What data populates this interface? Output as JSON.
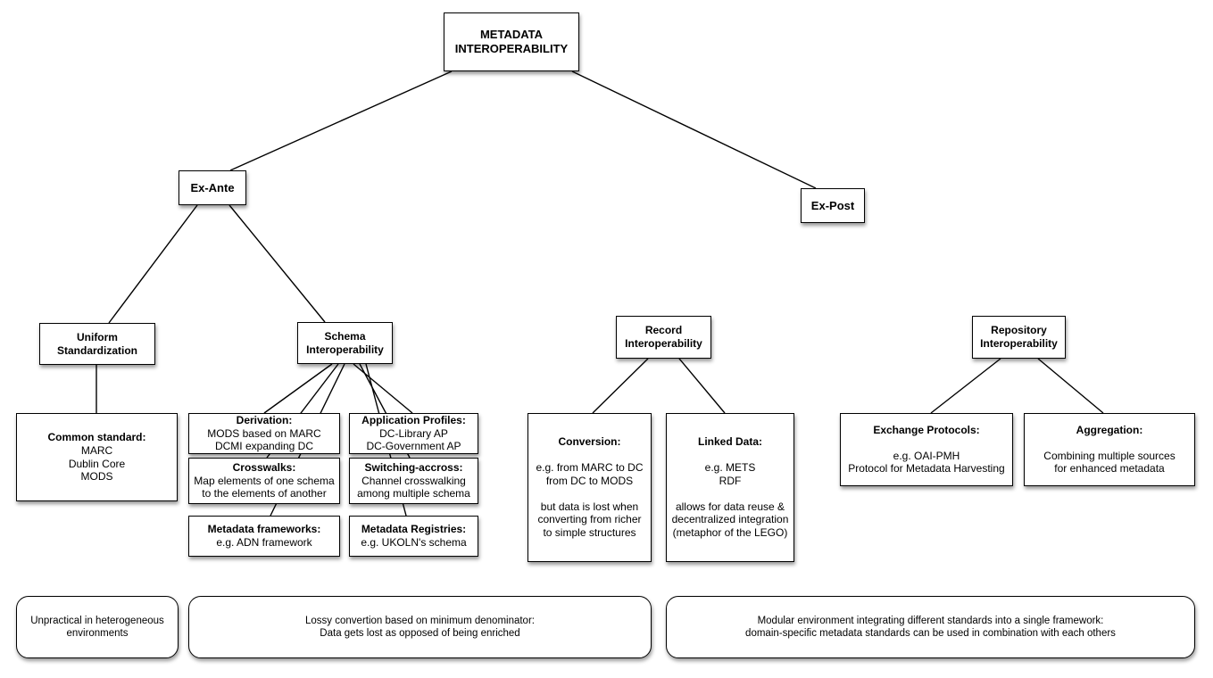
{
  "diagram": {
    "root": {
      "label": "METADATA\nINTEROPERABILITY"
    },
    "ex_ante": {
      "label": "Ex-Ante"
    },
    "ex_post": {
      "label": "Ex-Post"
    },
    "uniform": {
      "label": "Uniform\nStandardization"
    },
    "schema": {
      "label": "Schema\nInteroperability"
    },
    "record": {
      "label": "Record\nInteroperability"
    },
    "repository": {
      "label": "Repository\nInteroperability"
    },
    "common_standard": {
      "title": "Common standard:",
      "body": "MARC\nDublin Core\nMODS"
    },
    "derivation": {
      "title": "Derivation:",
      "body": "MODS based on MARC\nDCMI expanding DC"
    },
    "application_profiles": {
      "title": "Application Profiles:",
      "body": "DC-Library AP\nDC-Government AP"
    },
    "crosswalks": {
      "title": "Crosswalks:",
      "body": "Map elements of one schema\nto the elements of another"
    },
    "switching_accross": {
      "title": "Switching-accross:",
      "body": "Channel crosswalking\namong multiple schema"
    },
    "metadata_frameworks": {
      "title": "Metadata frameworks:",
      "body": "e.g. ADN framework"
    },
    "metadata_registries": {
      "title": "Metadata Registries:",
      "body": "e.g. UKOLN's schema"
    },
    "conversion": {
      "title": "Conversion:",
      "body": "e.g. from MARC to DC\nfrom DC to MODS\n\nbut data is lost when\nconverting from richer\nto simple structures"
    },
    "linked_data": {
      "title": "Linked Data:",
      "body": "e.g. METS\nRDF\n\nallows for data reuse &\ndecentralized integration\n(metaphor of the LEGO)"
    },
    "exchange_protocols": {
      "title": "Exchange Protocols:",
      "body": "e.g. OAI-PMH\nProtocol for Metadata Harvesting"
    },
    "aggregation": {
      "title": "Aggregation:",
      "body": "Combining multiple sources\nfor enhanced metadata"
    },
    "note_unpractical": {
      "label": "Unpractical in heterogeneous\nenvironments"
    },
    "note_lossy": {
      "label": "Lossy convertion based on minimum denominator:\nData gets lost as opposed of being enriched"
    },
    "note_modular": {
      "label": "Modular environment integrating different standards into a single framework:\ndomain-specific metadata standards can be used in combination with each others"
    },
    "edges": [
      [
        "root",
        "ex_ante"
      ],
      [
        "root",
        "ex_post"
      ],
      [
        "ex_ante",
        "uniform"
      ],
      [
        "ex_ante",
        "schema"
      ],
      [
        "ex_post",
        "record"
      ],
      [
        "ex_post",
        "repository"
      ],
      [
        "uniform",
        "common_standard"
      ],
      [
        "schema",
        "derivation"
      ],
      [
        "schema",
        "crosswalks"
      ],
      [
        "schema",
        "metadata_frameworks"
      ],
      [
        "schema",
        "application_profiles"
      ],
      [
        "schema",
        "switching_accross"
      ],
      [
        "schema",
        "metadata_registries"
      ],
      [
        "record",
        "conversion"
      ],
      [
        "record",
        "linked_data"
      ],
      [
        "repository",
        "exchange_protocols"
      ],
      [
        "repository",
        "aggregation"
      ]
    ]
  },
  "colors": {
    "background": "#ffffff",
    "box_fill": "#ffffff",
    "box_border": "#000000",
    "connector": "#000000",
    "text": "#000000"
  }
}
